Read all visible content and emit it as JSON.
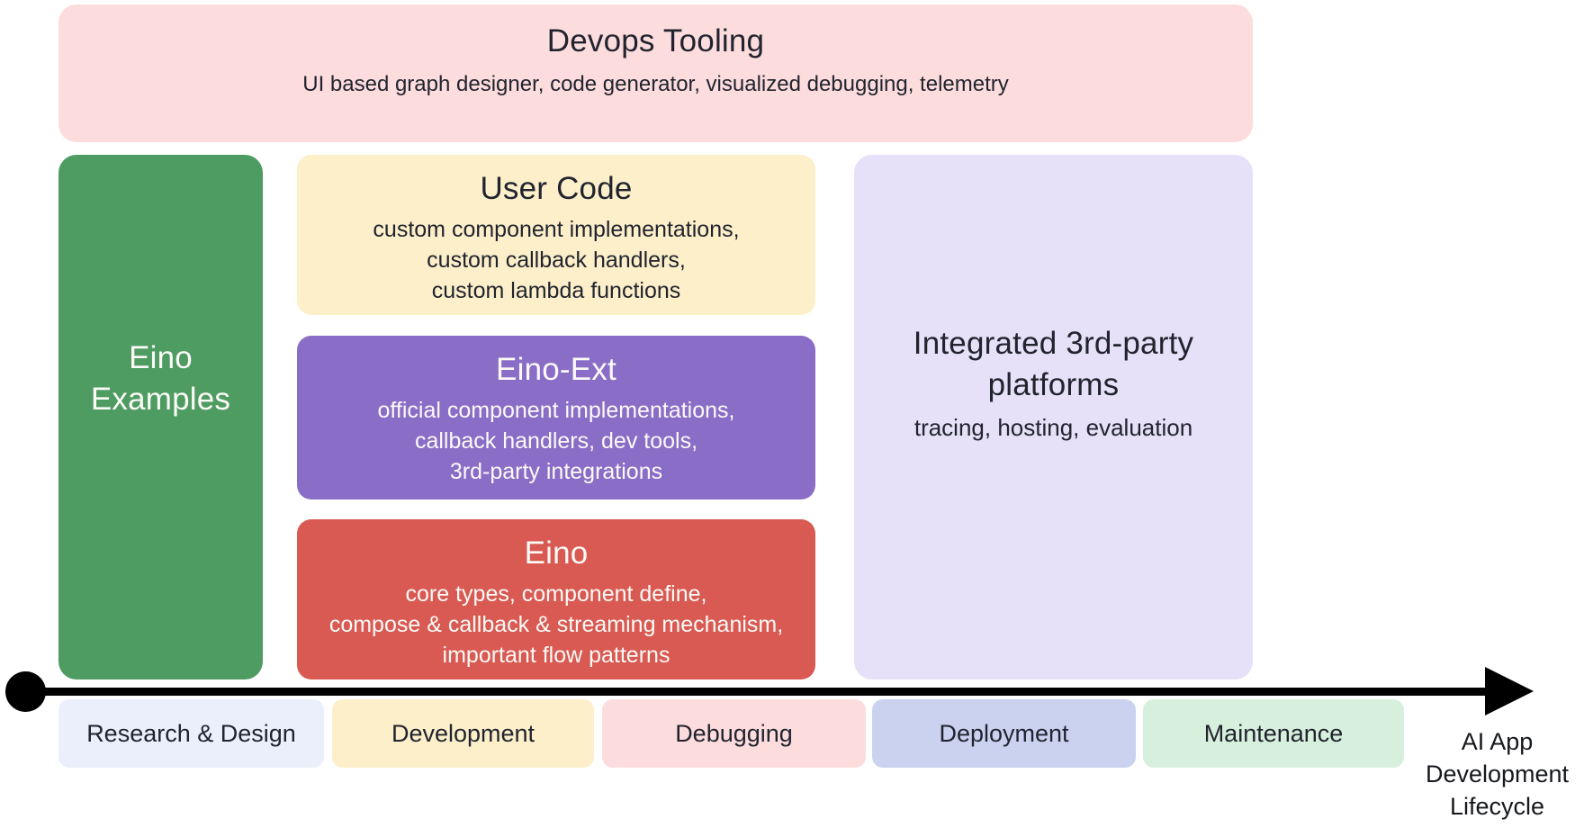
{
  "boxes": {
    "devops": {
      "title": "Devops Tooling",
      "subtitle": "UI based graph designer, code generator, visualized debugging, telemetry",
      "bg": "#fcdcdd",
      "text_color": "#21242e"
    },
    "eino_examples": {
      "lines": [
        "Eino",
        "Examples"
      ],
      "bg": "#4f9c62",
      "text_color": "#fbfaf7"
    },
    "user_code": {
      "title": "User Code",
      "lines": [
        "custom component implementations,",
        "custom callback handlers,",
        "custom lambda functions"
      ],
      "bg": "#fcefca",
      "text_color": "#21242e"
    },
    "eino_ext": {
      "title": "Eino-Ext",
      "lines": [
        "official component implementations,",
        "callback handlers, dev tools,",
        "3rd-party integrations"
      ],
      "bg": "#8a6dc7",
      "text_color": "#fbfaf7"
    },
    "eino_core": {
      "title": "Eino",
      "lines": [
        "core types, component define,",
        "compose & callback & streaming mechanism,",
        "important flow patterns"
      ],
      "bg": "#d85a52",
      "text_color": "#fbfaf7"
    },
    "platforms": {
      "title_lines": [
        "Integrated 3rd-party",
        "platforms"
      ],
      "subtitle": "tracing, hosting, evaluation",
      "bg": "#e6e0f8",
      "text_color": "#21242e"
    }
  },
  "timeline": {
    "line_color": "#000000",
    "stages": [
      {
        "label": "Research & Design",
        "bg": "#eaeffb"
      },
      {
        "label": "Development",
        "bg": "#fcefca"
      },
      {
        "label": "Debugging",
        "bg": "#fcdcdd"
      },
      {
        "label": "Deployment",
        "bg": "#cad2f0"
      },
      {
        "label": "Maintenance",
        "bg": "#d7f0dd"
      }
    ],
    "axis_label_lines": [
      "AI App",
      "Development",
      "Lifecycle"
    ]
  }
}
